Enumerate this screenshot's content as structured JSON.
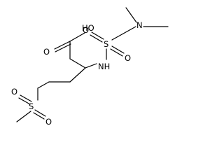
{
  "molecule": {
    "atoms": {
      "hydroxyl": "HO",
      "carbonyl_oxygen": "O",
      "amine": "NH",
      "sulfonamide_sulfur": "S",
      "sulfonyl_oxygen_top": "O",
      "sulfonyl_oxygen_right": "O",
      "dimethylamine_nitrogen": "N",
      "sulfone_sulfur": "S",
      "sulfone_oxygen_top": "O",
      "sulfone_oxygen_left": "O"
    }
  }
}
